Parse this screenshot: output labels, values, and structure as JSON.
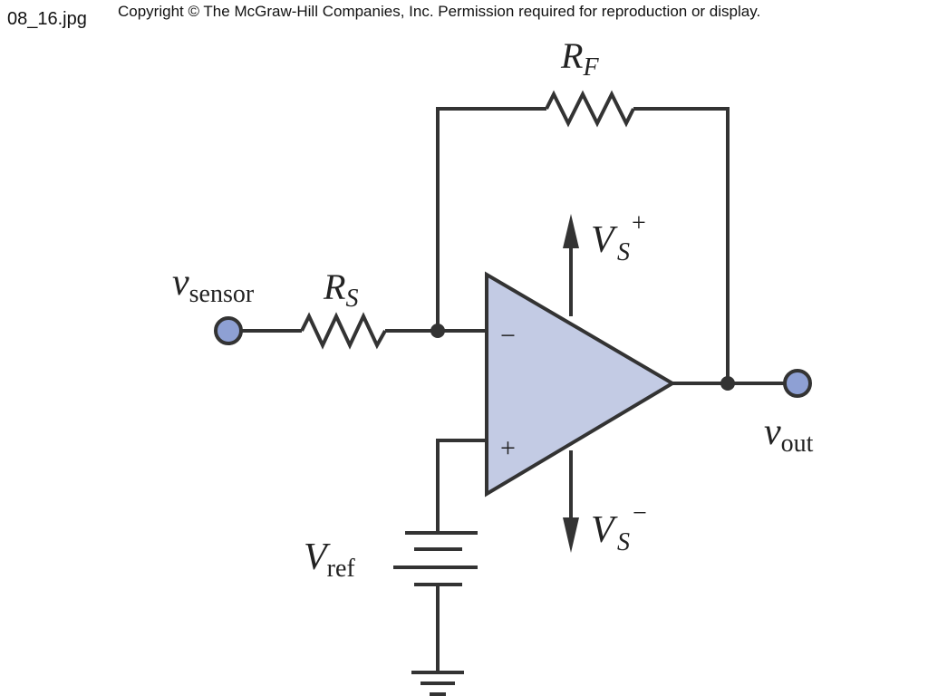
{
  "header": {
    "file_label": "08_16.jpg",
    "copyright": "Copyright © The McGraw-Hill Companies, Inc. Permission required for reproduction or display."
  },
  "labels": {
    "rf": {
      "main": "R",
      "sub": "F"
    },
    "rs": {
      "main": "R",
      "sub": "S"
    },
    "vs_plus": {
      "main": "V",
      "sub": "S",
      "sup": "+"
    },
    "vs_minus": {
      "main": "V",
      "sub": "S",
      "sup": "−"
    },
    "v_sensor": {
      "main": "v",
      "sub": "sensor"
    },
    "v_out": {
      "main": "v",
      "sub": "out"
    },
    "v_ref": {
      "main": "V",
      "sub": "ref"
    },
    "inv_input": "−",
    "noninv_input": "+"
  },
  "colors": {
    "wire": "#333333",
    "opamp_fill": "#c3cbe4",
    "terminal_fill": "#8ea0d4"
  }
}
